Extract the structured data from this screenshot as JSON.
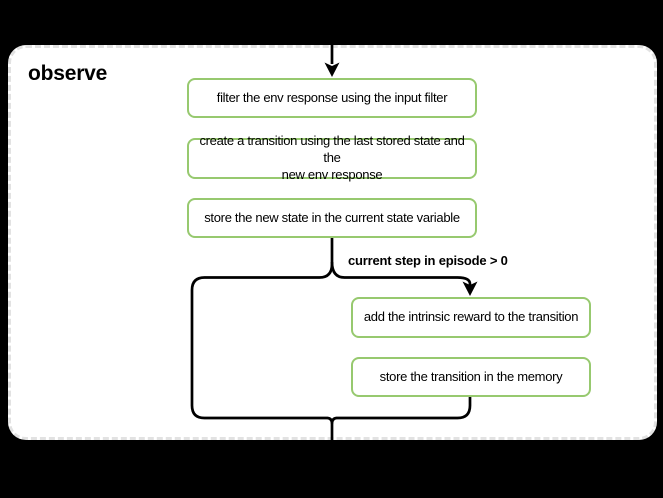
{
  "colors": {
    "page_bg": "#000000",
    "container_bg": "#ffffff",
    "container_border": "#e2e2e2",
    "node_border": "#97c96f",
    "edge": "#000000",
    "text": "#000000"
  },
  "diagram": {
    "title": "observe",
    "condition_label": "current step in episode > 0",
    "nodes": [
      {
        "label": "filter the env response using the input filter"
      },
      {
        "label": "create a transition using the last stored state and the\nnew env response"
      },
      {
        "label": "store the new state in the current state variable"
      },
      {
        "label": "add the intrinsic reward to the transition"
      },
      {
        "label": "store the transition in the memory"
      }
    ]
  }
}
